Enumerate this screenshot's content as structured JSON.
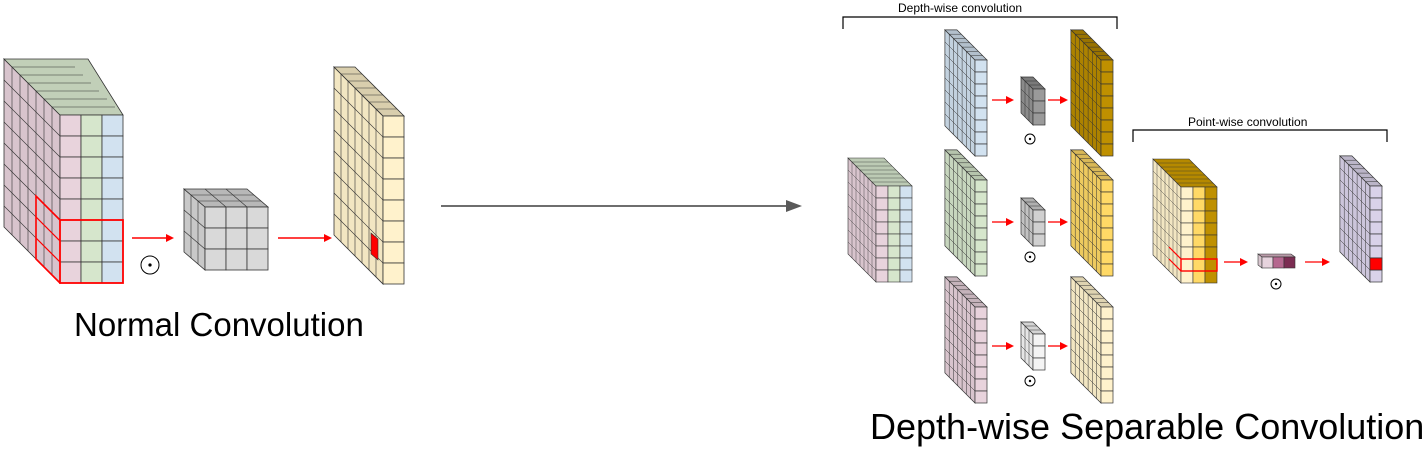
{
  "captions": {
    "normal": "Normal Convolution",
    "depthwise_separable": "Depth-wise Separable Convolution"
  },
  "labels": {
    "depthwise": "Depth-wise convolution",
    "pointwise": "Point-wise convolution"
  },
  "operator_symbol": "⊙",
  "colors": {
    "channel_pink": "#e8d3dc",
    "channel_green": "#d6e6cc",
    "channel_blue": "#d2e2f0",
    "cream": "#fff2cc",
    "kernel_gray": "#d9d9d9",
    "highlight_red": "#ff0000",
    "arrow_gray": "#595959",
    "gold_dark": "#bf9000",
    "gold_mid": "#ffd966",
    "lavender": "#d9d2e9",
    "maroon": "#7b2c52"
  }
}
